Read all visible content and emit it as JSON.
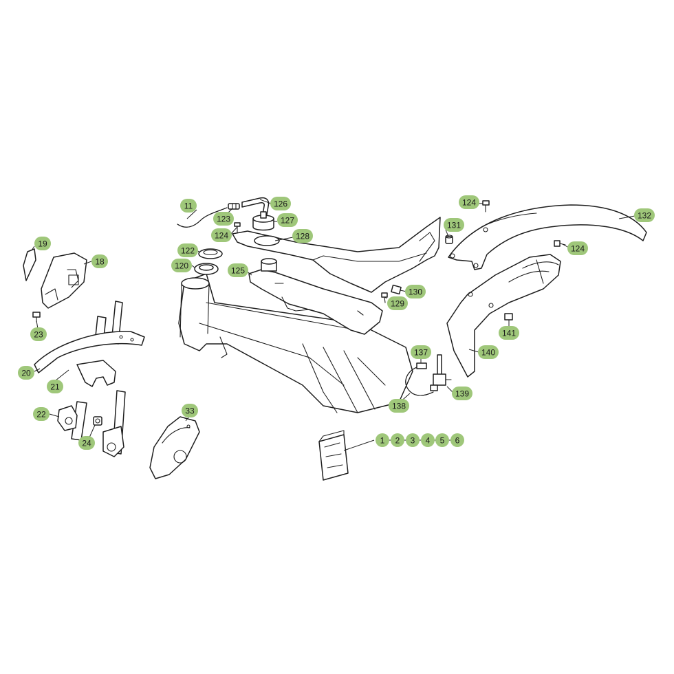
{
  "style": {
    "callout_fill": "#9fc77a",
    "line_color": "#1e1e1e",
    "background": "#ffffff"
  },
  "callouts": [
    {
      "label": "11"
    },
    {
      "label": "126"
    },
    {
      "label": "123"
    },
    {
      "label": "127"
    },
    {
      "label": "124"
    },
    {
      "label": "128"
    },
    {
      "label": "122"
    },
    {
      "label": "120"
    },
    {
      "label": "125"
    },
    {
      "label": "130"
    },
    {
      "label": "129"
    },
    {
      "label": "124"
    },
    {
      "label": "131"
    },
    {
      "label": "132"
    },
    {
      "label": "124"
    },
    {
      "label": "141"
    },
    {
      "label": "140"
    },
    {
      "label": "137"
    },
    {
      "label": "139"
    },
    {
      "label": "138"
    },
    {
      "label": "19"
    },
    {
      "label": "18"
    },
    {
      "label": "23"
    },
    {
      "label": "20"
    },
    {
      "label": "21"
    },
    {
      "label": "22"
    },
    {
      "label": "24"
    },
    {
      "label": "33"
    },
    {
      "label": "1"
    },
    {
      "label": "2"
    },
    {
      "label": "3"
    },
    {
      "label": "4"
    },
    {
      "label": "5"
    },
    {
      "label": "6"
    }
  ]
}
